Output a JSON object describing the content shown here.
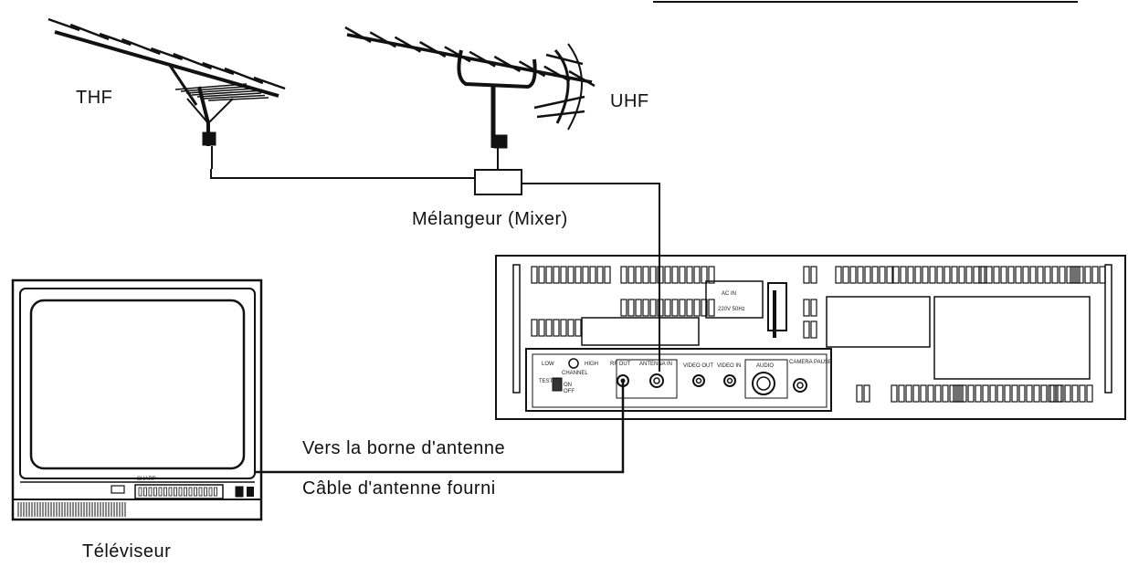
{
  "labels": {
    "thf": "THF",
    "uhf": "UHF",
    "mixer": "Mélangeur (Mixer)",
    "to_antenna_terminal": "Vers la borne d'antenne",
    "supplied_cable": "Câble d'antenne fourni",
    "tv": "Téléviseur"
  },
  "vcr_panel": {
    "low": "LOW",
    "high": "HIGH",
    "channel": "CHANNEL",
    "test_tg": "TEST TG",
    "on": "ON",
    "off": "OFF",
    "rf_out": "RF OUT",
    "antenna_in": "ANTENNA IN",
    "video_out": "VIDEO OUT",
    "video_in": "VIDEO IN",
    "audio": "AUDIO",
    "camera_pause": "CAMERA PAUSE",
    "ac_in": "AC IN",
    "voltage": "220V 50Hz"
  },
  "tv_brand": "SHARP",
  "colors": {
    "line": "#111111",
    "background": "#ffffff"
  }
}
